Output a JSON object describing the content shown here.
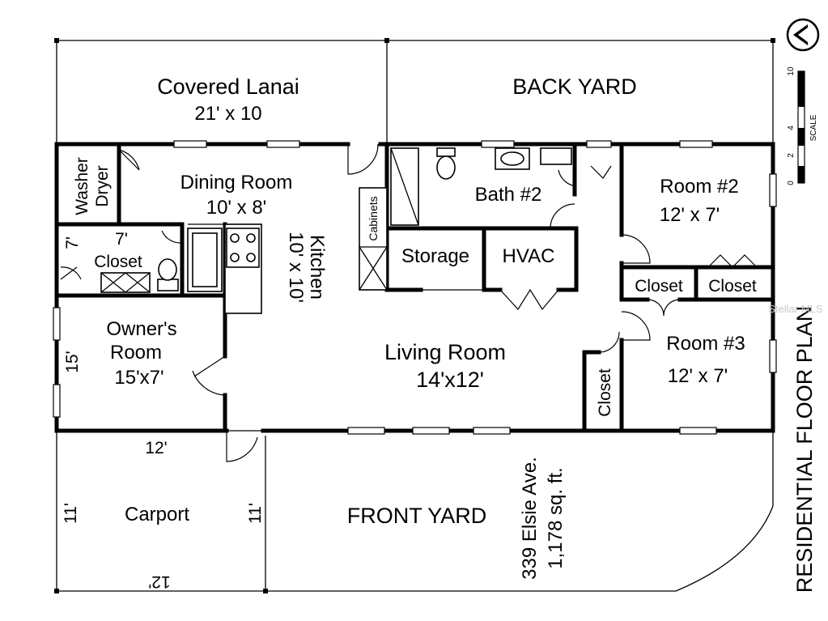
{
  "plan": {
    "title": "RESIDENTIAL FLOOR PLAN",
    "address": "339 Elsie Ave.",
    "area": "1,178 sq. ft.",
    "watermark": "Stellar MLS"
  },
  "scale": {
    "label": "SCALE",
    "ticks": [
      "0",
      "2",
      "4",
      "10"
    ]
  },
  "rooms": {
    "covered_lanai": {
      "name": "Covered Lanai",
      "size": "21' x 10"
    },
    "back_yard": {
      "name": "BACK YARD"
    },
    "washer_dryer": {
      "line1": "Washer",
      "line2": "Dryer"
    },
    "dining_room": {
      "name": "Dining Room",
      "size": "10' x 8'"
    },
    "closet_7": {
      "size": "7'",
      "name": "Closet",
      "side": "7'"
    },
    "kitchen": {
      "name": "Kitchen",
      "size": "10' x 10'"
    },
    "cabinets": {
      "name": "Cabinets"
    },
    "bath2": {
      "name": "Bath #2"
    },
    "storage": {
      "name": "Storage"
    },
    "hvac": {
      "name": "HVAC"
    },
    "room2": {
      "name": "Room #2",
      "size": "12' x 7'"
    },
    "closet_a": {
      "name": "Closet"
    },
    "closet_b": {
      "name": "Closet"
    },
    "owners_room": {
      "line1": "Owner's",
      "line2": "Room",
      "size": "15'x7'",
      "side": "15'"
    },
    "living_room": {
      "name": "Living Room",
      "size": "14'x12'"
    },
    "closet_c": {
      "name": "Closet"
    },
    "room3": {
      "name": "Room #3",
      "size": "12' x 7'"
    },
    "carport": {
      "name": "Carport",
      "top": "12'",
      "bottom": "12'",
      "left": "11'",
      "right": "11'"
    },
    "front_yard": {
      "name": "FRONT YARD"
    }
  }
}
